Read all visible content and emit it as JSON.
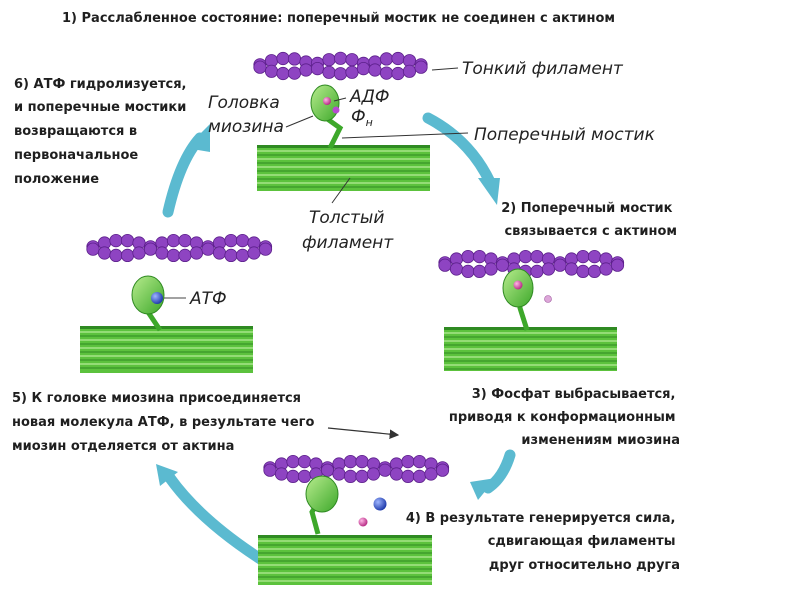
{
  "steps": {
    "s1": "1) Расслабленное состояние: поперечный мостик не соединен с актином",
    "s2": [
      "2) Поперечный мостик",
      "связывается с актином"
    ],
    "s3": [
      "3) Фосфат выбрасывается,",
      "приводя к конформационным",
      "изменениям миозина"
    ],
    "s4": [
      "4) В результате генерируется сила,",
      "сдвигающая филаменты",
      "друг относительно друга"
    ],
    "s5": [
      "5) К головке миозина присоединяется",
      "новая молекула АТФ, в результате чего",
      "миозин отделяется от актина"
    ],
    "s6": [
      "6) АТФ гидролизуется,",
      "и поперечные мостики",
      "возвращаются в",
      "первоначальное",
      "положение"
    ]
  },
  "labels": {
    "thin_filament": "Тонкий филамент",
    "myosin_head": [
      "Головка",
      "миозина"
    ],
    "adp": "АДФ",
    "phosphate": "Ф",
    "phosphate_sub": "н",
    "cross_bridge": "Поперечный мостик",
    "thick_filament": [
      "Толстый",
      "филамент"
    ],
    "atp": "АТФ"
  },
  "colors": {
    "actin": "#8e44c2",
    "actin_dark": "#5b1f8a",
    "myosin": "#5cc23d",
    "myosin_dark": "#2f8a22",
    "cycle_arrow": "#5bbad0",
    "atp_ball": "#2f55c9",
    "phosphate_ball": "#d63fa9"
  }
}
